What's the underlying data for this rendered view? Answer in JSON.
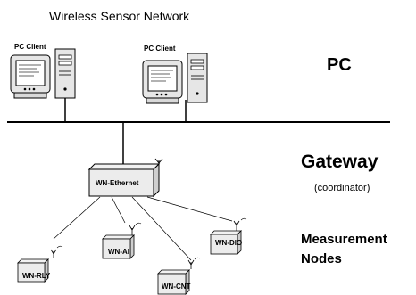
{
  "title": "Wireless Sensor Network",
  "pc_clients": [
    {
      "label": "PC Client"
    },
    {
      "label": "PC Client"
    }
  ],
  "tiers": {
    "pc": "PC",
    "gateway": "Gateway",
    "gateway_sub": "(coordinator)",
    "nodes_line1": "Measurement",
    "nodes_line2": "Nodes"
  },
  "gateway_device": "WN-Ethernet",
  "nodes": {
    "ai": "WN-AI",
    "dio": "WN-DIO",
    "rly": "WN-RLY",
    "cnt": "WN-CNT"
  }
}
